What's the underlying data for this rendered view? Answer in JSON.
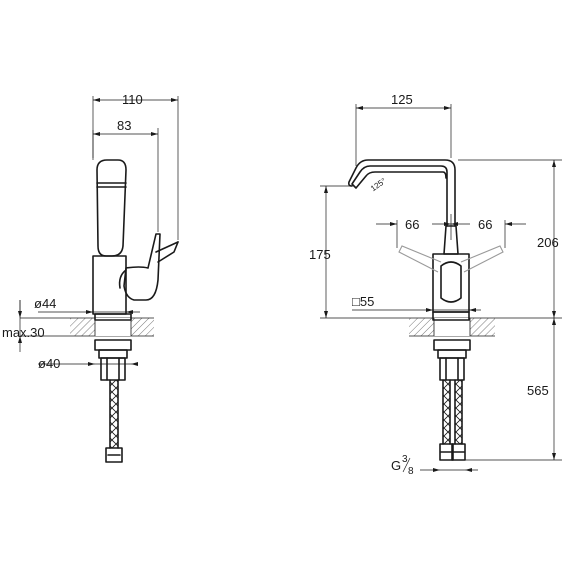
{
  "dimensions": {
    "left_total_width": "110",
    "left_lever_width": "83",
    "left_dia_top": "ø44",
    "left_max_thickness": "max.30",
    "left_dia_hole": "ø40",
    "right_spout_reach": "125",
    "right_angle": "125°",
    "right_lever_left": "66",
    "right_lever_right": "66",
    "right_spout_height": "175",
    "right_total_height": "206",
    "right_base_square": "□55",
    "right_hose_length": "565",
    "right_thread_prefix": "G",
    "right_thread_num": "3",
    "right_thread_den": "8"
  }
}
